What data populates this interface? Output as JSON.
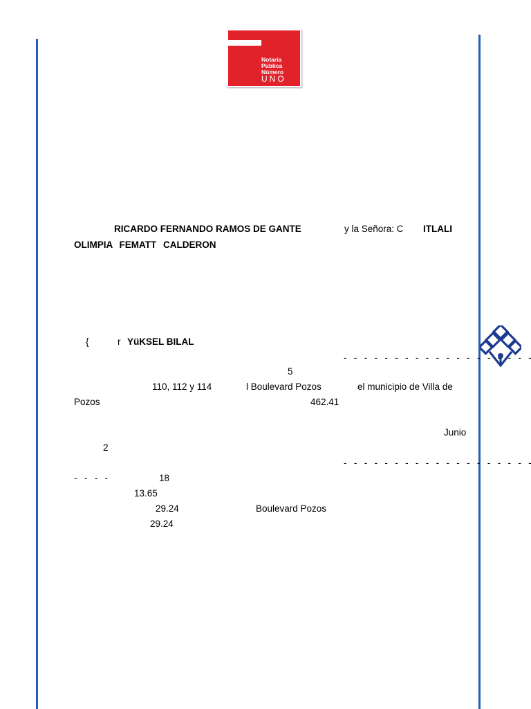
{
  "logo": {
    "line1": "Notaría",
    "line2": "Pública",
    "line3": "Número",
    "word": "UNO",
    "brand_color": "#e2222a"
  },
  "seal_icon": "lattice-seal-icon",
  "rule_color": "#1f5fb4",
  "paragraph1": {
    "name1": "RICARDO FERNANDO RAMOS DE GANTE",
    "connector": "y la Señora: C",
    "name2a": "ITLALI",
    "name2b": "OLIMPIA    FEMATT    CALDERON"
  },
  "block2": {
    "brace": "{",
    "r": "r",
    "name": "YüKSEL BILAL",
    "dashes1": "- - - - - - - - - - - - - - - - - - - -",
    "num5": "5",
    "lots": "110, 112 y 114",
    "boulevard1": "l Boulevard Pozos",
    "municipio": "el municipio de Villa de",
    "pozos": "Pozos",
    "area": "462.41",
    "junio": "Junio",
    "num2": "2",
    "dashes2": "- - - - - - - - - - - - - - - - - - - - -",
    "dashes3": "- - - -",
    "num18": "18",
    "m1": "13.65",
    "m2": "29.24",
    "boulevard2": "Boulevard Pozos",
    "m3": "29.24"
  }
}
